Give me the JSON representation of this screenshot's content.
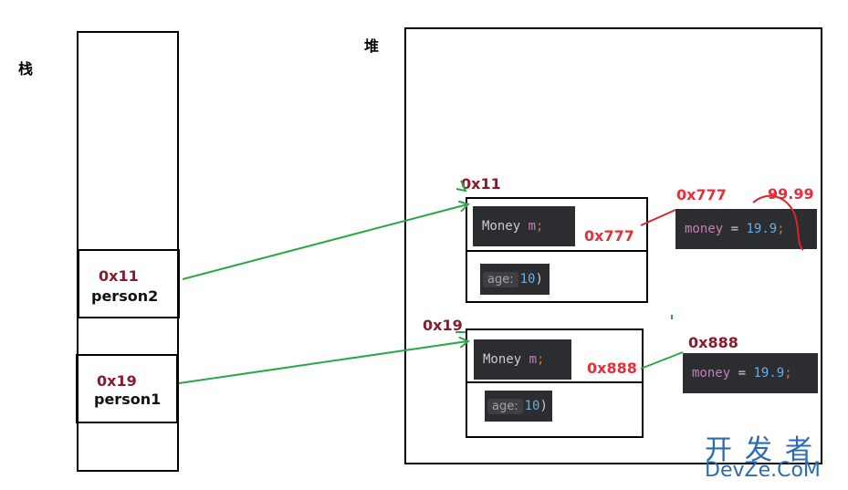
{
  "labels": {
    "stack": "栈",
    "heap": "堆"
  },
  "stack": {
    "person2": {
      "address": "0x11",
      "name": "person2"
    },
    "person1": {
      "address": "0x19",
      "name": "person1"
    }
  },
  "heap": {
    "obj1": {
      "address": "0x11",
      "field_type": "Money",
      "field_name": "m",
      "age_hint": "age:",
      "age_value": "10",
      "ref_address": "0x777"
    },
    "obj2": {
      "address": "0x19",
      "field_type": "Money",
      "field_name": "m",
      "age_hint": "age:",
      "age_value": "10",
      "ref_address": "0x888"
    },
    "money1": {
      "address": "0x777",
      "field": "money",
      "op": "=",
      "value": "19.9",
      "new_value": "99.99"
    },
    "money2": {
      "address": "0x888",
      "field": "money",
      "op": "=",
      "value": "19.9"
    }
  },
  "watermark": {
    "line1": "开发者",
    "line2": "DevZe.CoM"
  },
  "colors": {
    "arrow_green": "#2aa847",
    "annotation_red": "#e5303a",
    "address_dark": "#8b1a2b",
    "code_bg": "#2b2d30"
  }
}
